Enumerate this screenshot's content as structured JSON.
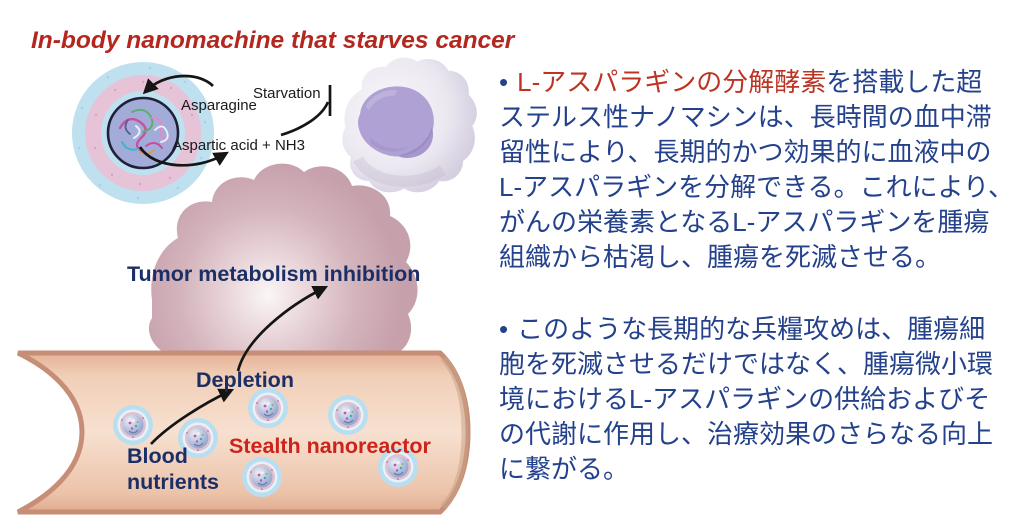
{
  "title": "In-body nanomachine that starves cancer",
  "diagram": {
    "labels": {
      "asparagine": "Asparagine",
      "starvation": "Starvation",
      "aspartic_acid": "Aspartic acid + NH3",
      "tumor_inhibition": "Tumor metabolism inhibition",
      "depletion": "Depletion",
      "blood_line1": "Blood",
      "blood_line2": "nutrients",
      "stealth_nanoreactor": "Stealth nanoreactor"
    },
    "colors": {
      "title_red": "#B3271E",
      "navy_label": "#1B2F66",
      "stealth_red": "#CC231A",
      "vessel_border": "#C68E77",
      "vessel_fill": "#F7E0D0",
      "tumor_edge": "#C6A0AB",
      "particle_blue": "#BEE0EF",
      "particle_pink": "#E7C3D8"
    }
  },
  "right_text": {
    "text_color": "#24418C",
    "p1": {
      "bullet": "•",
      "red": "L-アスパラギンの分解酵素",
      "l1b": "を搭載した超",
      "l2": "ステルス性ナノマシンは、長時間の血中滞",
      "l3": "留性により、長期的かつ効果的に血液中の",
      "l4": "L-アスパラギンを分解できる。これにより、",
      "l5": "がんの栄養素となるL-アスパラギンを腫瘍",
      "l6": "組織から枯渇し、腫瘍を死滅させる。"
    },
    "p2": {
      "bullet": "•",
      "l1": "このような長期的な兵糧攻めは、腫瘍細",
      "l2": "胞を死滅させるだけではなく、腫瘍微小環",
      "l3": "境におけるL-アスパラギンの供給およびそ",
      "l4": "の代謝に作用し、治療効果のさらなる向上",
      "l5": "に繋がる。"
    }
  }
}
